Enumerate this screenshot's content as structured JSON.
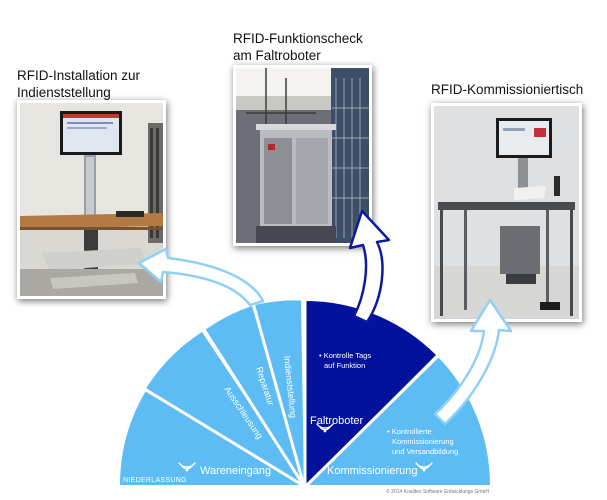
{
  "captions": {
    "installation": [
      "RFID-Installation zur",
      "Indienststellung"
    ],
    "funktionscheck": [
      "RFID-Funktionscheck",
      "am Faltroboter"
    ],
    "kommissioniertisch": [
      "RFID-Kommissioniertisch"
    ]
  },
  "stages": {
    "niederlassung": "NIEDERLASSUNG",
    "wareneingang": "Wareneingang",
    "ausschleusung": "Ausschleusung",
    "reparatur": "Reparatur",
    "indienststellung": "Indienststellung",
    "faltroboter": "Faltroboter",
    "faltroboter_bullet_1": "• Kontrolle Tags",
    "faltroboter_bullet_2": "auf Funktion",
    "kommissionierung": "Kommissionierung",
    "kommissionierung_bullet_1": "• Kontrollierte",
    "kommissionierung_bullet_2": "Kommissionierung",
    "kommissionierung_bullet_3": "und Versandbildung"
  },
  "icons": [
    "rfid-signal-icon",
    "rfid-signal-icon",
    "rfid-signal-icon"
  ],
  "copyright": "© 2014 Koalitex Software Entwicklungs GmbH",
  "colors": {
    "light_blue": "#5cbcf3",
    "dark_blue": "#03129d",
    "arrow_outline": "#0b1aa0"
  }
}
